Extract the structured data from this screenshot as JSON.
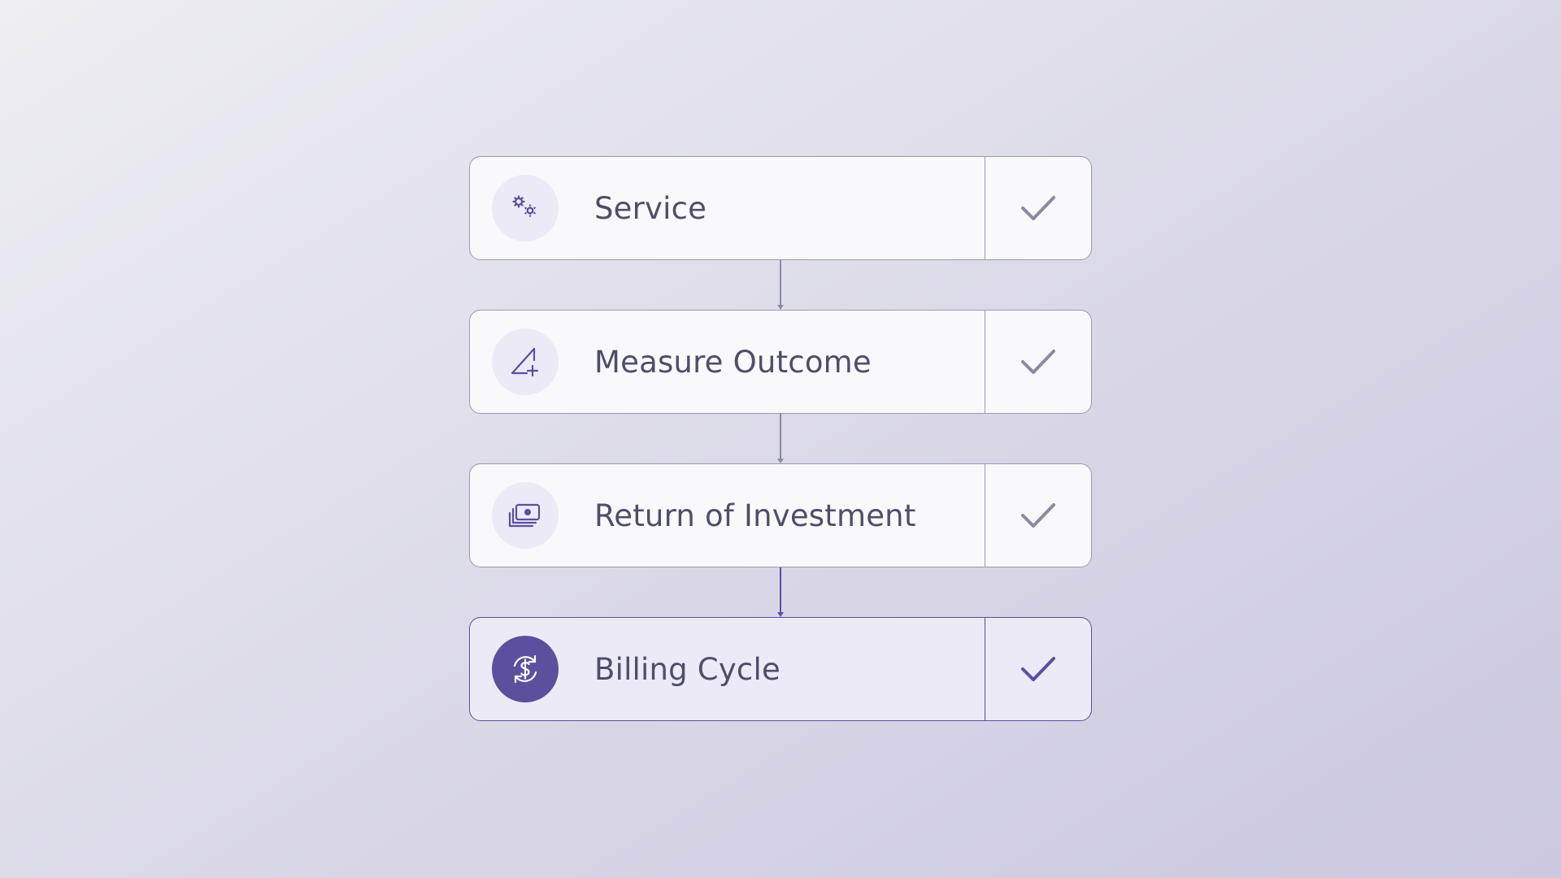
{
  "steps": [
    {
      "label": "Service",
      "icon": "gears-icon",
      "active": false
    },
    {
      "label": "Measure Outcome",
      "icon": "measure-triangle-plus-icon",
      "active": false
    },
    {
      "label": "Return of Investment",
      "icon": "money-bills-icon",
      "active": false
    },
    {
      "label": "Billing Cycle",
      "icon": "dollar-cycle-icon",
      "active": true
    }
  ],
  "colors": {
    "accent": "#5c4f9e",
    "inactive_check": "#8b8aa3",
    "border": "#9b99b2",
    "text": "#4f4e6a"
  }
}
